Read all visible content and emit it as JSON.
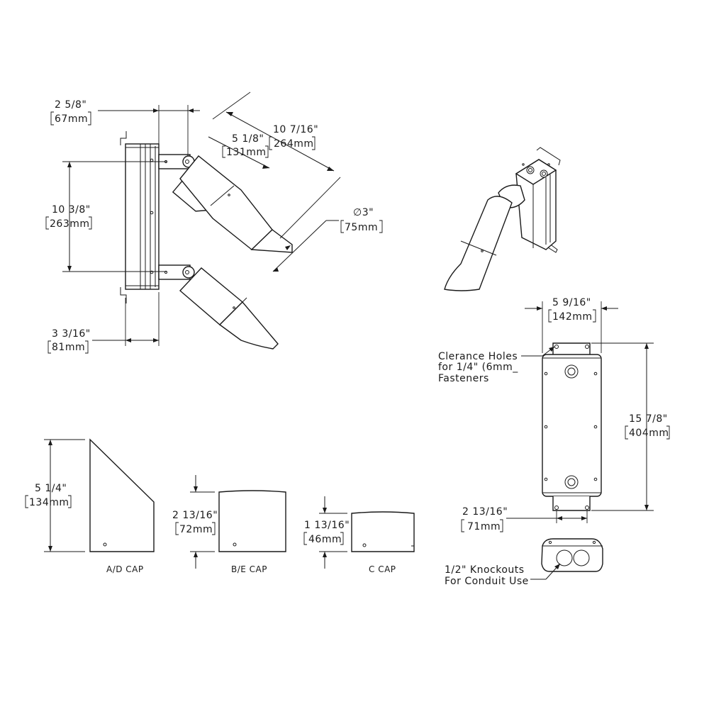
{
  "dimensions": {
    "top_depth": {
      "imperial": "2 5/8\"",
      "metric": "67mm"
    },
    "arm_length": {
      "imperial": "5 1/8\"",
      "metric": "131mm"
    },
    "overall_length": {
      "imperial": "10 7/16\"",
      "metric": "264mm"
    },
    "bracket_spacing": {
      "imperial": "10 3/8\"",
      "metric": "263mm"
    },
    "diameter": {
      "symbol": "∅",
      "imperial": "3\"",
      "metric": "75mm"
    },
    "box_depth": {
      "imperial": "3 3/16\"",
      "metric": "81mm"
    },
    "box_width": {
      "imperial": "5 9/16\"",
      "metric": "142mm"
    },
    "box_height": {
      "imperial": "15 7/8\"",
      "metric": "404mm"
    },
    "tab_width": {
      "imperial": "2 13/16\"",
      "metric": "71mm"
    },
    "ad_cap_height": {
      "imperial": "5 1/4\"",
      "metric": "134mm"
    },
    "be_cap_height": {
      "imperial": "2 13/16\"",
      "metric": "72mm"
    },
    "c_cap_height": {
      "imperial": "1 13/16\"",
      "metric": "46mm"
    }
  },
  "notes": {
    "clearance_line1": "Clerance Holes",
    "clearance_line2": "for 1/4\" (6mm_",
    "clearance_line3": "Fasteners",
    "knockouts_line1": "1/2\" Knockouts",
    "knockouts_line2": "For Conduit Use"
  },
  "caps": {
    "ad_label": "A/D CAP",
    "be_label": "B/E CAP",
    "c_label": "C CAP"
  }
}
